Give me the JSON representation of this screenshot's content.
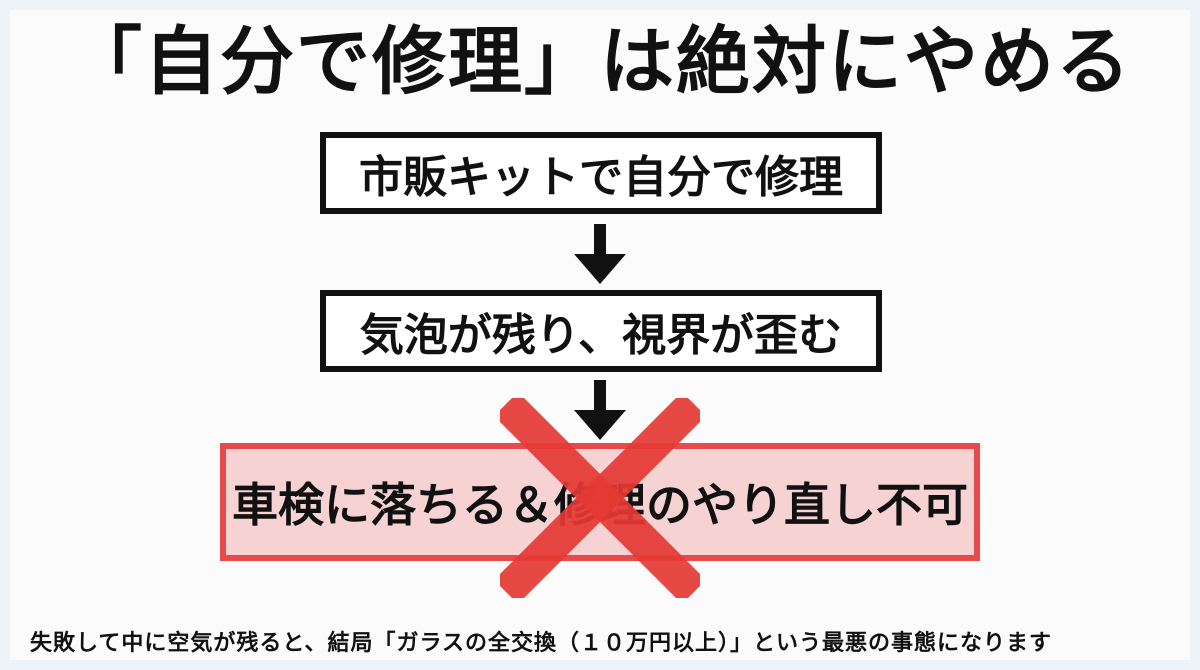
{
  "title": "「自分で修理」は絶対にやめる",
  "flow": {
    "step1": "市販キットで自分で修理",
    "step2": "気泡が残り、視界が歪む",
    "step3": "車検に落ちる＆修理のやり直し不可"
  },
  "caption": "失敗して中に空気が残ると、結局「ガラスの全交換（１０万円以上）」という最悪の事態になります",
  "colors": {
    "text": "#111111",
    "warning_border": "#e64a4a",
    "warning_fill": "#f7d2d2",
    "cross": "#e53935"
  },
  "icons": [
    "arrow-down-icon",
    "arrow-down-icon",
    "cross-mark-icon"
  ]
}
